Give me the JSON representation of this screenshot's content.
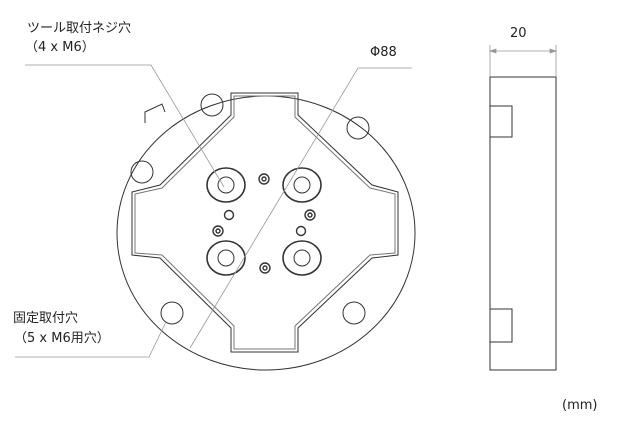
{
  "labels": {
    "tool_holes_title": "ツール取付ネジ穴",
    "tool_holes_spec": "（4 x M6）",
    "diameter": "Φ88",
    "thickness": "20",
    "mount_holes_title": "固定取付穴",
    "mount_holes_spec": "（5 x M6用穴）",
    "unit": "(mm)"
  },
  "colors": {
    "line": "#333333",
    "leader": "#999999"
  }
}
